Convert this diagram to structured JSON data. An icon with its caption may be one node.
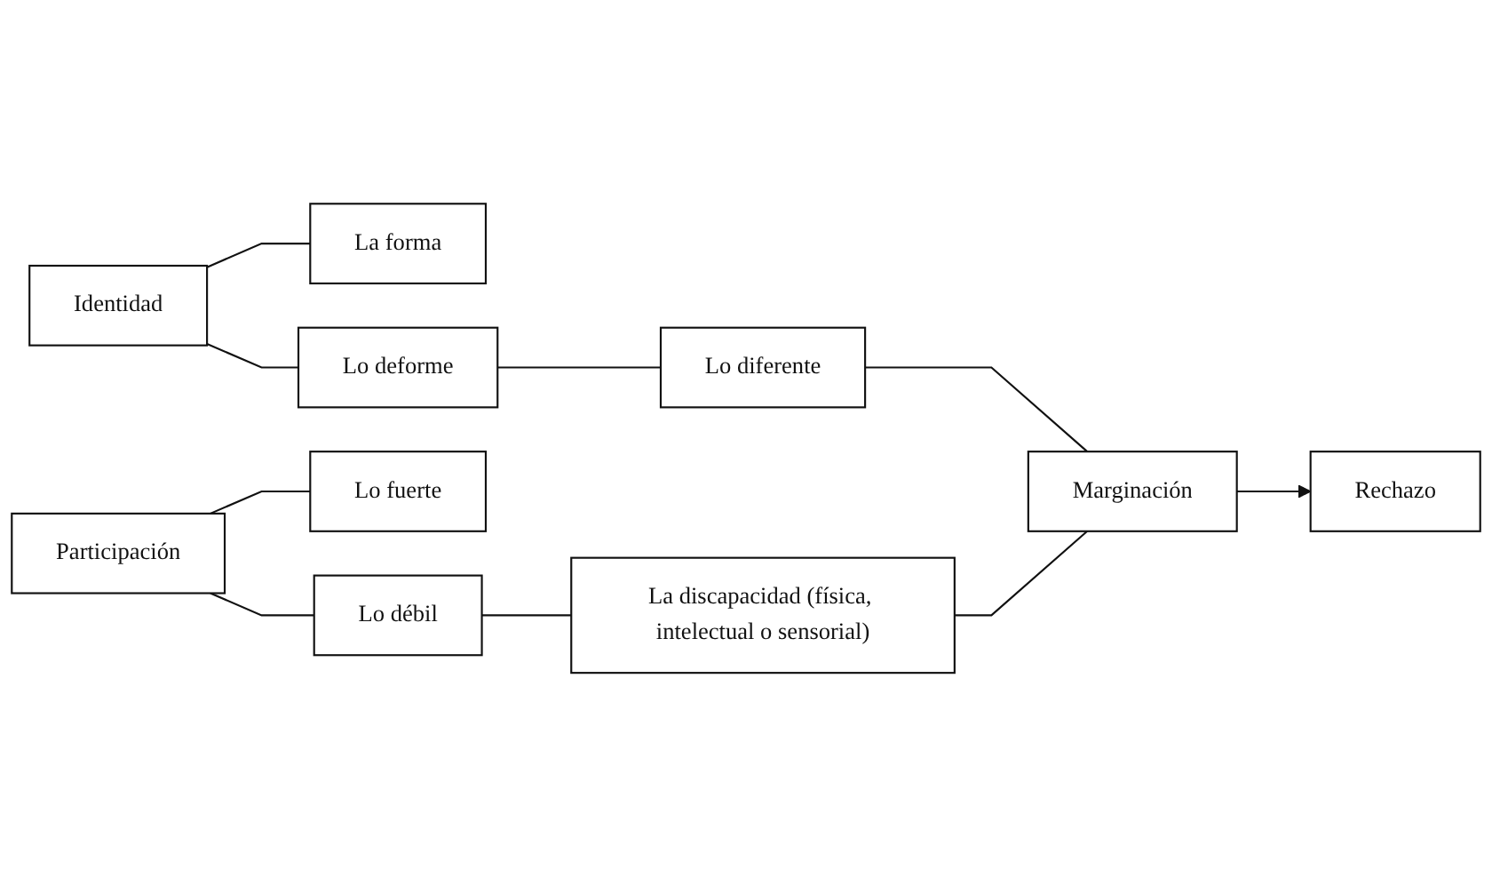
{
  "diagram": {
    "nodes": [
      {
        "text": [
          "Identidad"
        ]
      },
      {
        "text": [
          "La forma"
        ]
      },
      {
        "text": [
          "Lo deforme"
        ]
      },
      {
        "text": [
          "Lo diferente"
        ]
      },
      {
        "text": [
          "Marginación"
        ]
      },
      {
        "text": [
          "Rechazo"
        ]
      },
      {
        "text": [
          "Participación"
        ]
      },
      {
        "text": [
          "Lo fuerte"
        ]
      },
      {
        "text": [
          "Lo débil"
        ]
      },
      {
        "text": [
          "La discapacidad (física, intelectual o sensorial)"
        ]
      }
    ],
    "edges": [
      {
        "from": 0,
        "to": 1,
        "arrow": "none"
      },
      {
        "from": 0,
        "to": 2,
        "arrow": "none"
      },
      {
        "from": 2,
        "to": 3,
        "arrow": "none"
      },
      {
        "from": 3,
        "to": 4,
        "arrow": "none"
      },
      {
        "from": 4,
        "to": 5,
        "arrow": "to"
      },
      {
        "from": 6,
        "to": 7,
        "arrow": "none"
      },
      {
        "from": 6,
        "to": 8,
        "arrow": "none"
      },
      {
        "from": 8,
        "to": 9,
        "arrow": "none"
      },
      {
        "from": 9,
        "to": 4,
        "arrow": "none"
      }
    ]
  }
}
